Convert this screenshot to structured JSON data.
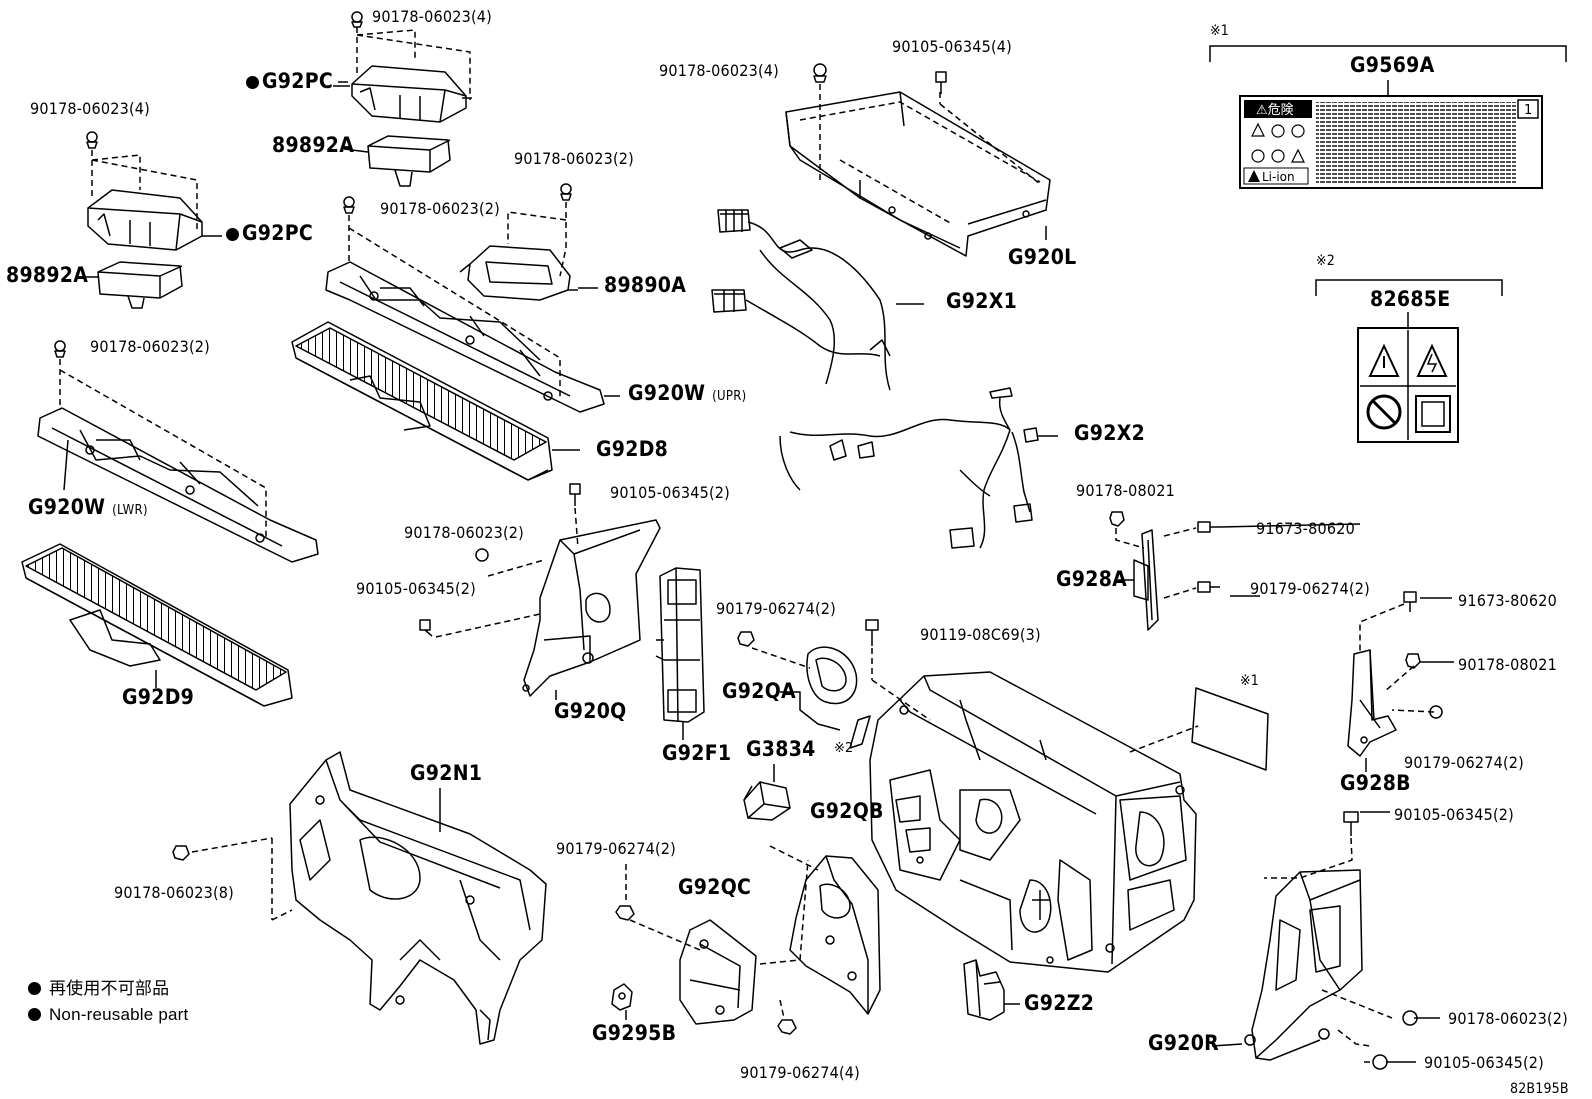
{
  "diagram_id": "82B195B",
  "legend": {
    "jp": "再使用不可部品",
    "en": "Non-reusable part"
  },
  "notes": {
    "n1": "※1",
    "n2": "※2"
  },
  "components": {
    "g92pc": "G92PC",
    "a89892": "89892A",
    "a89890": "89890A",
    "g920w": "G920W",
    "upr": "(UPR)",
    "lwr": "(LWR)",
    "g92d8": "G92D8",
    "g92d9": "G92D9",
    "g920l": "G920L",
    "g92x1": "G92X1",
    "g92x2": "G92X2",
    "g9569a": "G9569A",
    "a82685e": "82685E",
    "g928a": "G928A",
    "g928b": "G928B",
    "g920q": "G920Q",
    "g92f1": "G92F1",
    "g92qa": "G92QA",
    "g3834": "G3834",
    "g92qb": "G92QB",
    "g92qc": "G92QC",
    "g92n1": "G92N1",
    "g9295b": "G9295B",
    "g92z2": "G92Z2",
    "g920r": "G920R"
  },
  "fasteners": {
    "f1": "90178-06023(4)",
    "f2": "90178-06023(4)",
    "f3": "90178-06023(4)",
    "f4": "90178-06023(2)",
    "f5": "90178-06023(2)",
    "f6": "90178-06023(2)",
    "f7": "90105-06345(4)",
    "f8": "90105-06345(2)",
    "f9": "90178-06023(2)",
    "f10": "90105-06345(2)",
    "f11": "90178-08021",
    "f12": "91673-80620",
    "f13": "90179-06274(2)",
    "f14": "91673-80620",
    "f15": "90178-08021",
    "f16": "90179-06274(2)",
    "f17": "90179-06274(2)",
    "f18": "90119-08C69(3)",
    "f19": "90105-06345(2)",
    "f20": "90178-06023(8)",
    "f21": "90179-06274(2)",
    "f22": "90178-06023(2)",
    "f23": "90105-06345(2)",
    "f24": "90179-06274(4)"
  },
  "colors": {
    "ink": "#000000",
    "background": "#ffffff",
    "label_fill": "#d9d9d9"
  }
}
